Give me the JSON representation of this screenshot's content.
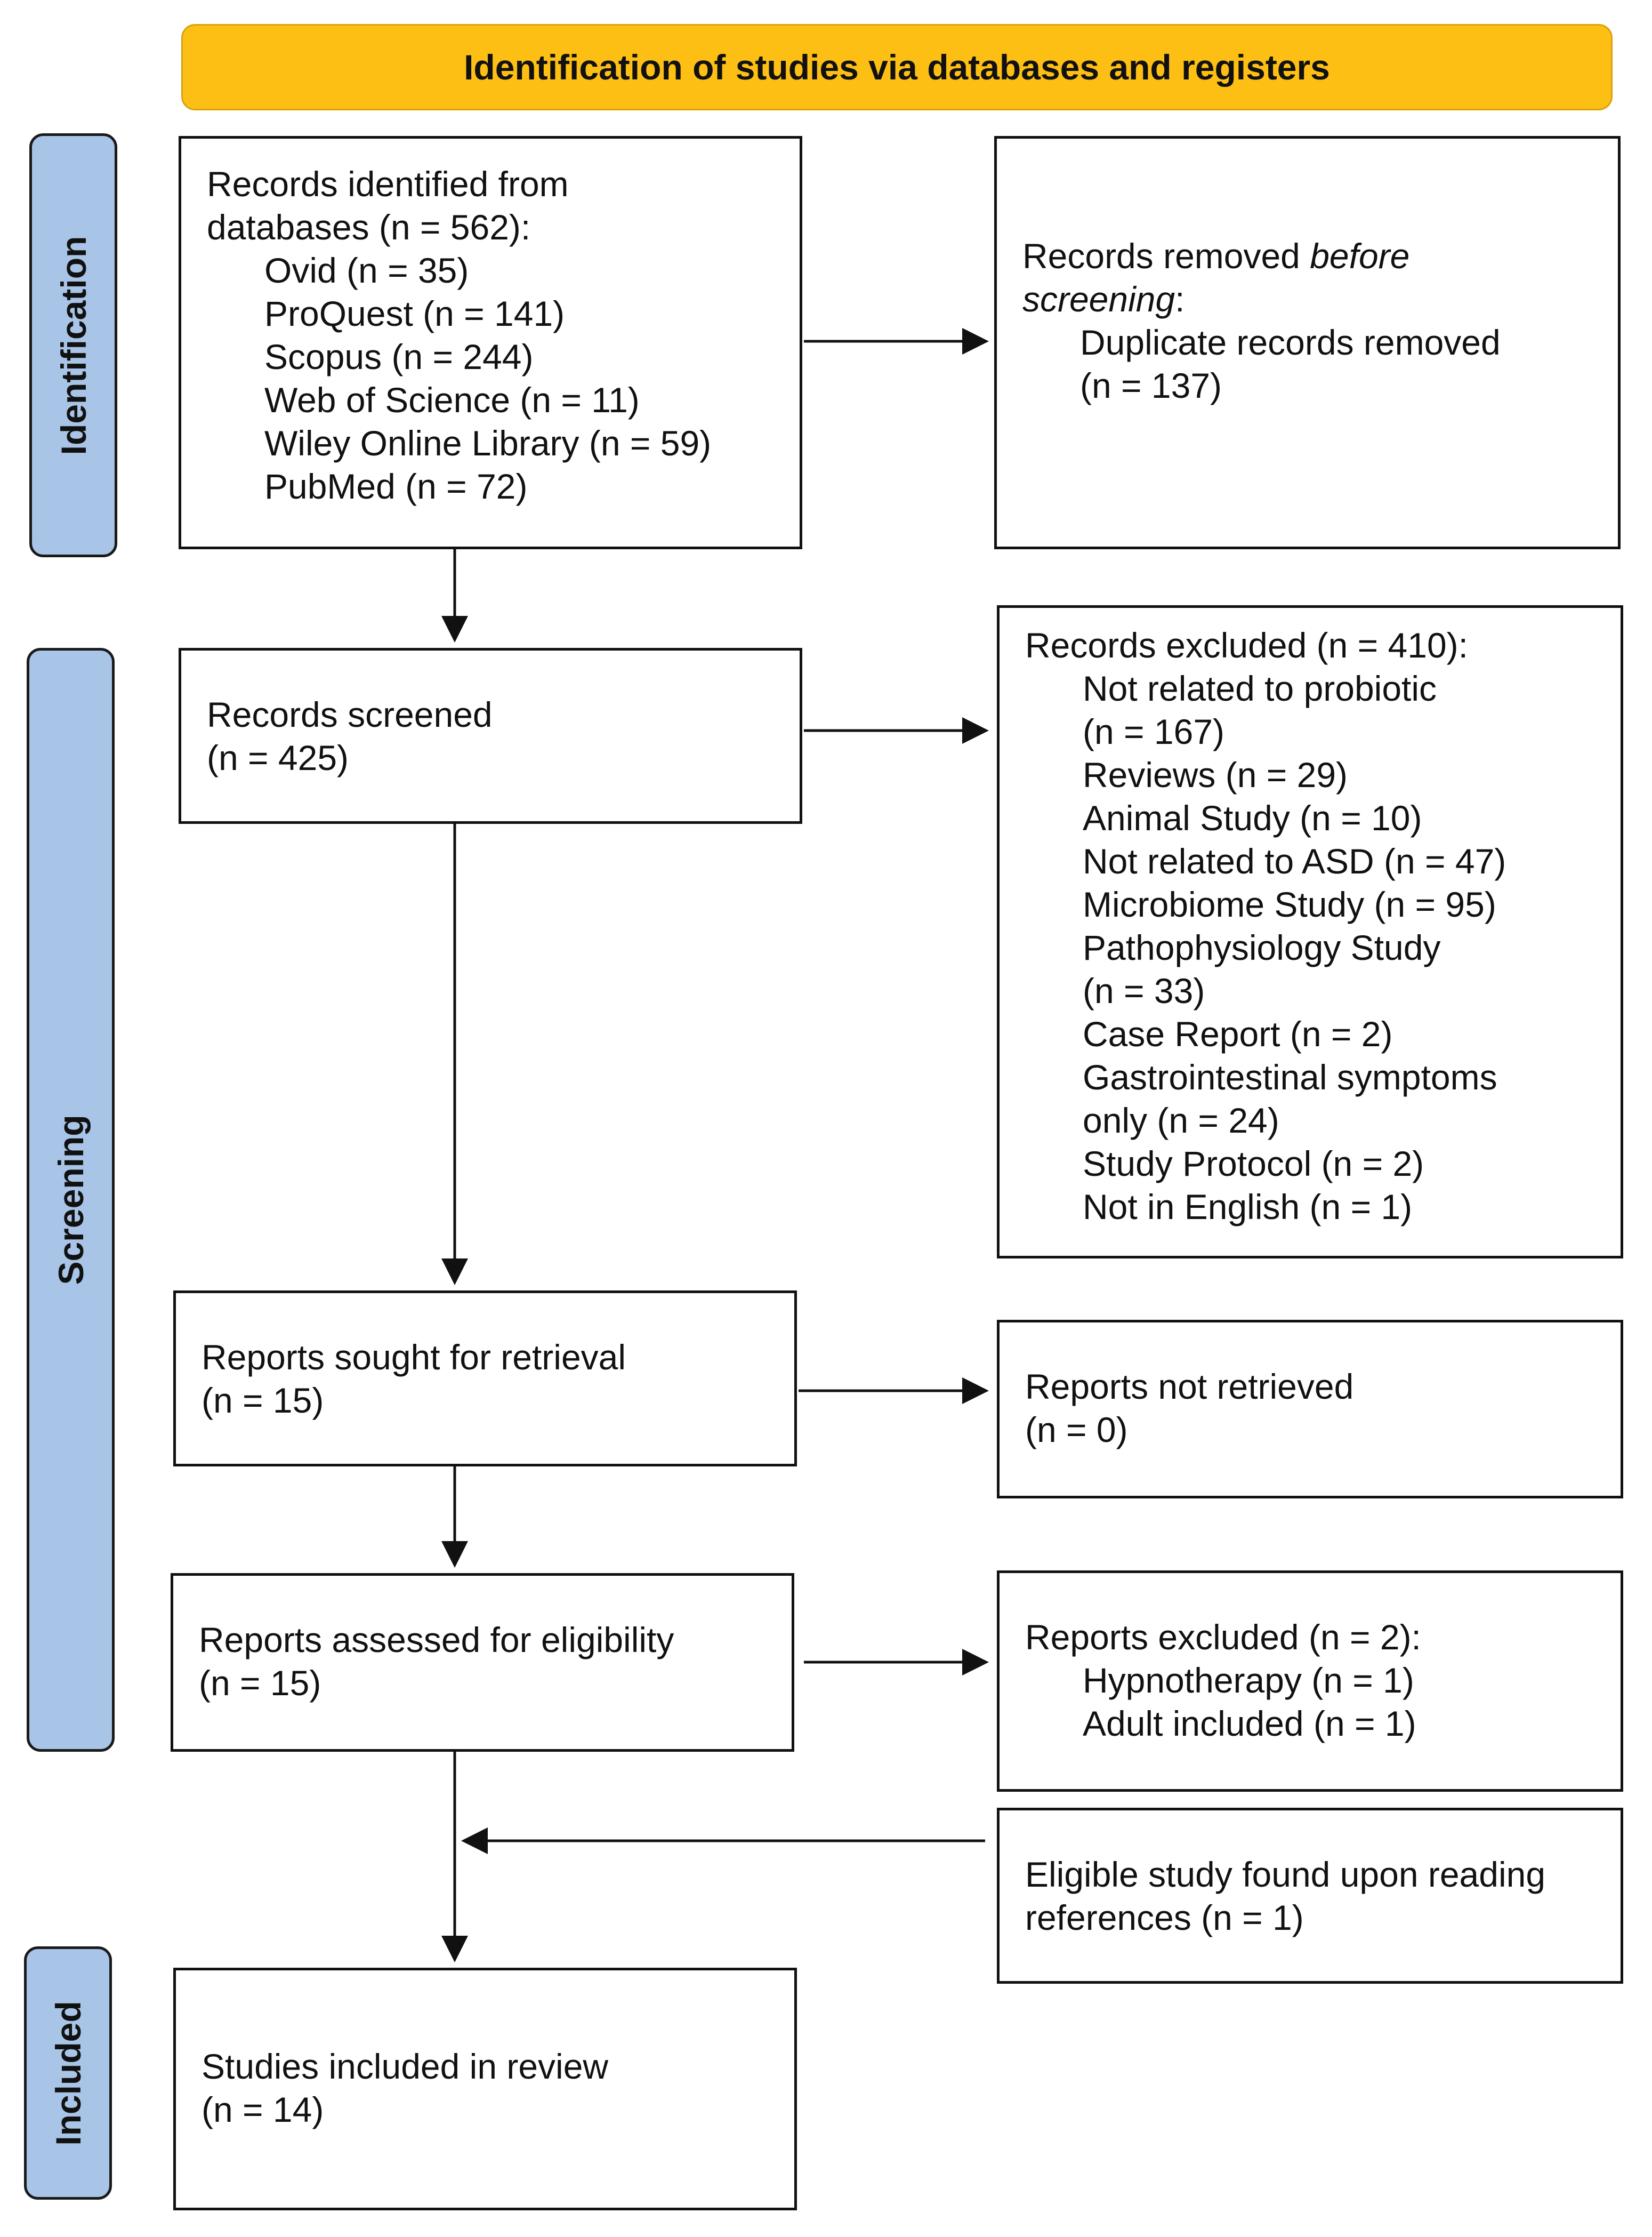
{
  "header": "Identification of studies via databases and registers",
  "phases": {
    "identification": "Identification",
    "screening": "Screening",
    "included": "Included"
  },
  "records_identified": {
    "title_line1": "Records identified from",
    "title_line2": "databases (n = 562):",
    "sources": [
      "Ovid (n = 35)",
      "ProQuest (n = 141)",
      "Scopus (n = 244)",
      "Web of Science (n = 11)",
      "Wiley Online Library (n = 59)",
      "PubMed (n = 72)"
    ]
  },
  "records_removed": {
    "line1_prefix": "Records removed ",
    "line1_italic": "before",
    "line2_italic": "screening",
    "line2_suffix": ":",
    "item_line1": "Duplicate records removed",
    "item_line2": "(n = 137)"
  },
  "records_screened": {
    "line1": "Records screened",
    "line2": "(n = 425)"
  },
  "records_excluded": {
    "title": "Records excluded (n = 410):",
    "items": [
      "Not related to probiotic",
      "(n = 167)",
      "Reviews (n = 29)",
      "Animal Study (n = 10)",
      "Not related to ASD (n = 47)",
      "Microbiome Study (n = 95)",
      "Pathophysiology Study",
      "(n = 33)",
      "Case Report (n = 2)",
      "Gastrointestinal symptoms",
      "only (n = 24)",
      "Study Protocol (n = 2)",
      "Not in English (n = 1)"
    ]
  },
  "reports_sought": {
    "line1": "Reports sought for retrieval",
    "line2": "(n = 15)"
  },
  "reports_not_retrieved": {
    "line1": "Reports not retrieved",
    "line2": "(n = 0)"
  },
  "reports_assessed": {
    "line1": "Reports assessed for eligibility",
    "line2": "(n = 15)"
  },
  "reports_excluded": {
    "title": "Reports excluded (n = 2):",
    "items": [
      "Hypnotherapy (n = 1)",
      "Adult included (n = 1)"
    ]
  },
  "eligible_found": {
    "line1": "Eligible study found upon reading",
    "line2": "references (n = 1)"
  },
  "studies_included": {
    "line1": "Studies included in review",
    "line2": "(n = 14)"
  },
  "colors": {
    "header_fill": "#FDBF14",
    "phase_fill": "#A8C4E6",
    "line": "#111111"
  }
}
